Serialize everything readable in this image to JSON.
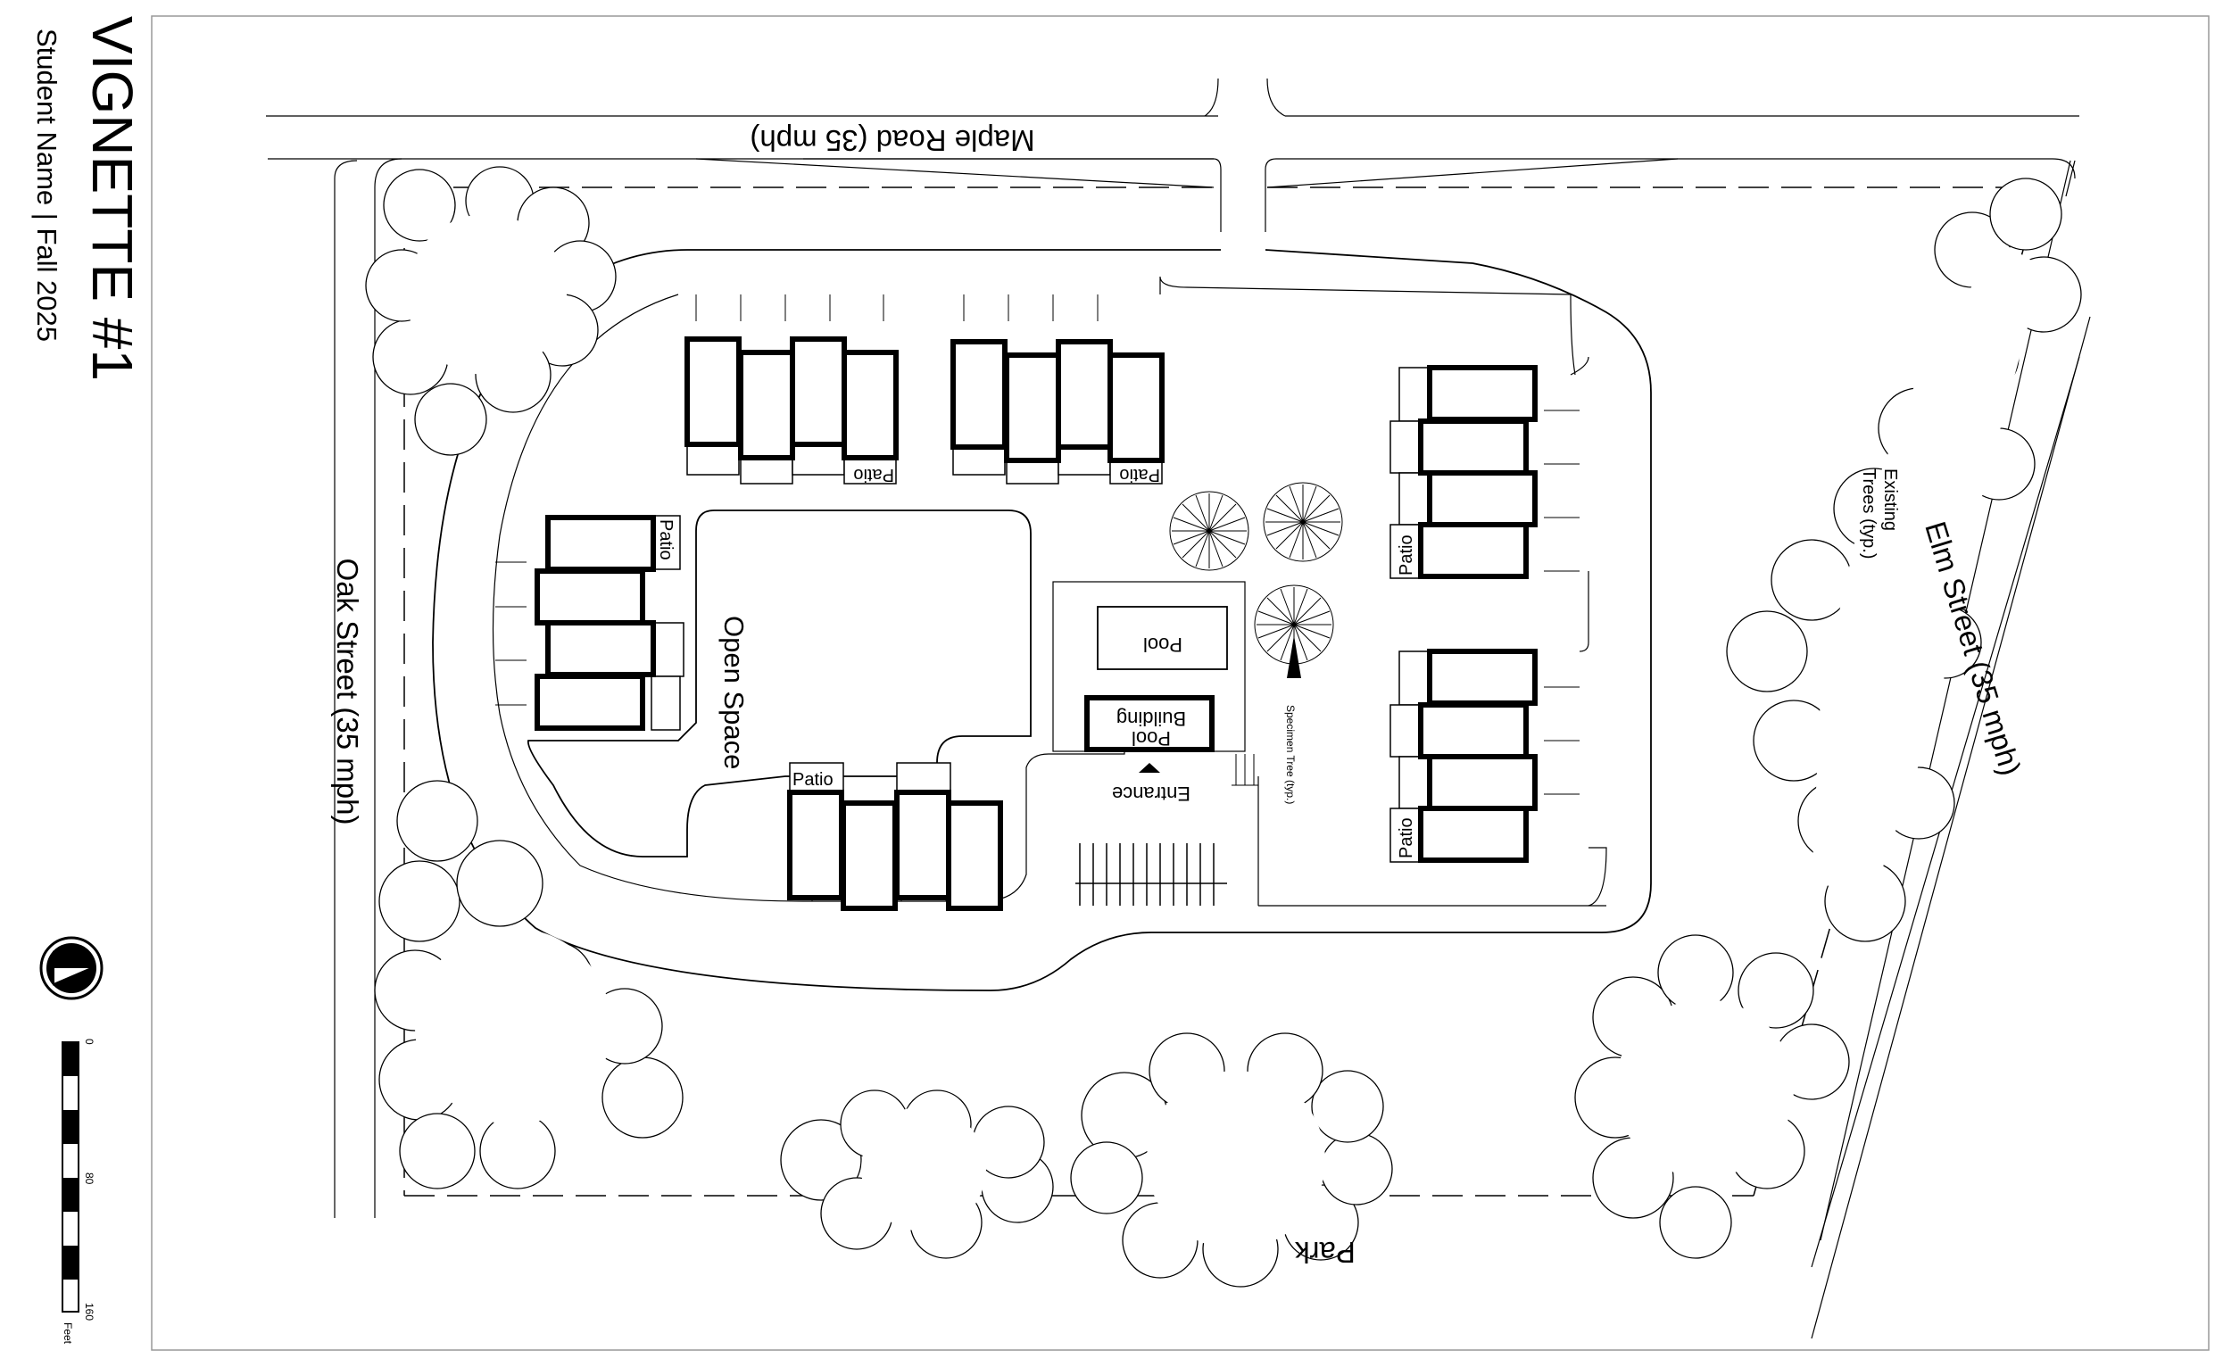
{
  "header": {
    "title": "VIGNETTE #1",
    "subtitle": "Student Name | Fall 2025"
  },
  "streets": {
    "north": "Maple Road (35 mph)",
    "west": "Oak Street (35 mph)",
    "east": "Elm Street (35 mph)",
    "south": "Park"
  },
  "labels": {
    "open_space": "Open Space",
    "pool": "Pool",
    "pool_building_line1": "Pool",
    "pool_building_line2": "Building",
    "entrance": "Entrance",
    "specimen_tree": "Specimen Tree (typ.)",
    "existing_trees_line1": "Existing",
    "existing_trees_line2": "Trees (typ.)",
    "patio": "Patio"
  },
  "scale_bar": {
    "ticks": [
      "0",
      "80",
      "160"
    ],
    "unit": "Feet"
  },
  "colors": {
    "ink": "#000000",
    "paper": "#ffffff"
  },
  "icons": {
    "north_arrow": "north-arrow-icon"
  }
}
